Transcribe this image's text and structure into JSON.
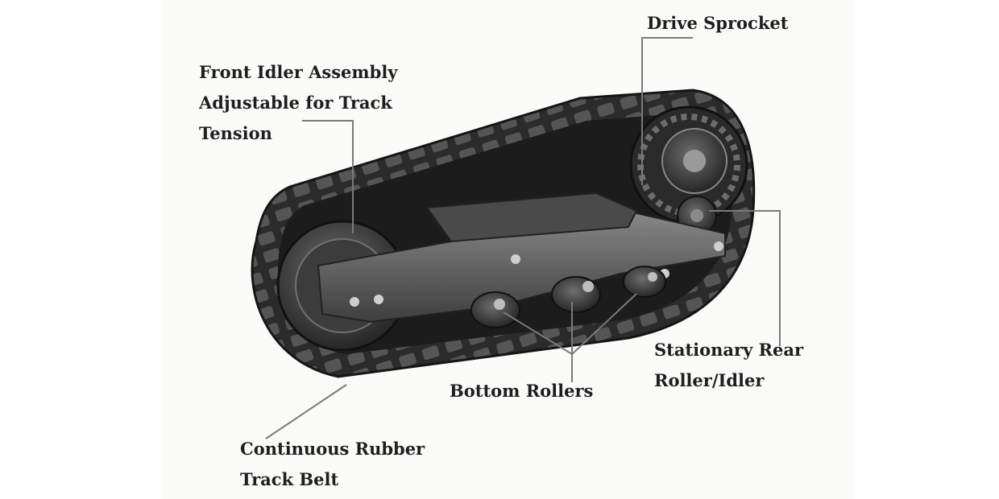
{
  "labels": {
    "drive_sprocket": [
      "Drive Sprocket"
    ],
    "front_idler": [
      "Front Idler Assembly",
      "Adjustable for Track",
      "Tension"
    ],
    "stationary_rear": [
      "Stationary Rear",
      "Roller/Idler"
    ],
    "bottom_rollers": [
      "Bottom Rollers"
    ],
    "rubber_track": [
      "Continuous Rubber",
      "Track Belt"
    ]
  },
  "colors": {
    "track_rubber": "#2f2f2f",
    "frame_metal": "#5a5a5a",
    "leader_line": "#7a7a7a",
    "text": "#1e1e1e"
  }
}
